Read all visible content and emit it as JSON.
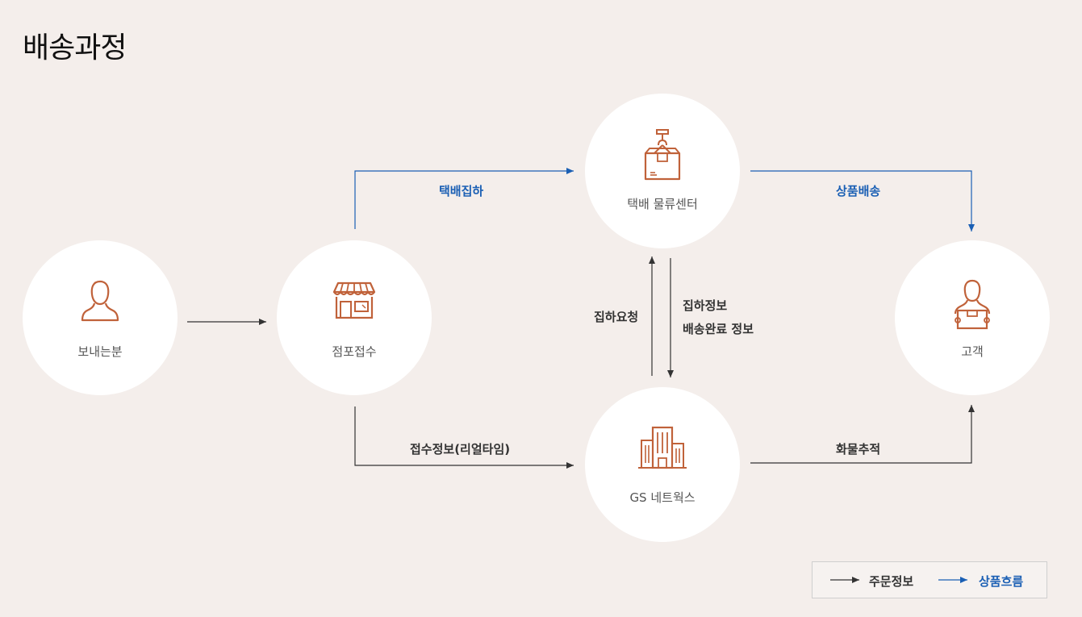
{
  "page": {
    "title": "배송과정"
  },
  "nodes": {
    "sender": {
      "label": "보내는분",
      "icon": "person-icon"
    },
    "store": {
      "label": "점포접수",
      "icon": "store-icon"
    },
    "logistics": {
      "label": "택배 물류센터",
      "icon": "crane-box-icon"
    },
    "network": {
      "label": "GS 네트웍스",
      "icon": "building-icon"
    },
    "customer": {
      "label": "고객",
      "icon": "person-with-box-icon"
    }
  },
  "flows": {
    "pickup": "택배집하",
    "delivery": "상품배송",
    "pickup_request": "집하요청",
    "pickup_info_line1": "집하정보",
    "pickup_info_line2": "배송완료 정보",
    "receipt_info": "접수정보(리얼타임)",
    "tracking": "화물추적"
  },
  "legend": {
    "order_info": "주문정보",
    "product_flow": "상품흐름"
  },
  "colors": {
    "background": "#f4eeeb",
    "node_fill": "#ffffff",
    "icon": "#c0623a",
    "order_arrow": "#333333",
    "product_arrow": "#1a5fb4"
  }
}
